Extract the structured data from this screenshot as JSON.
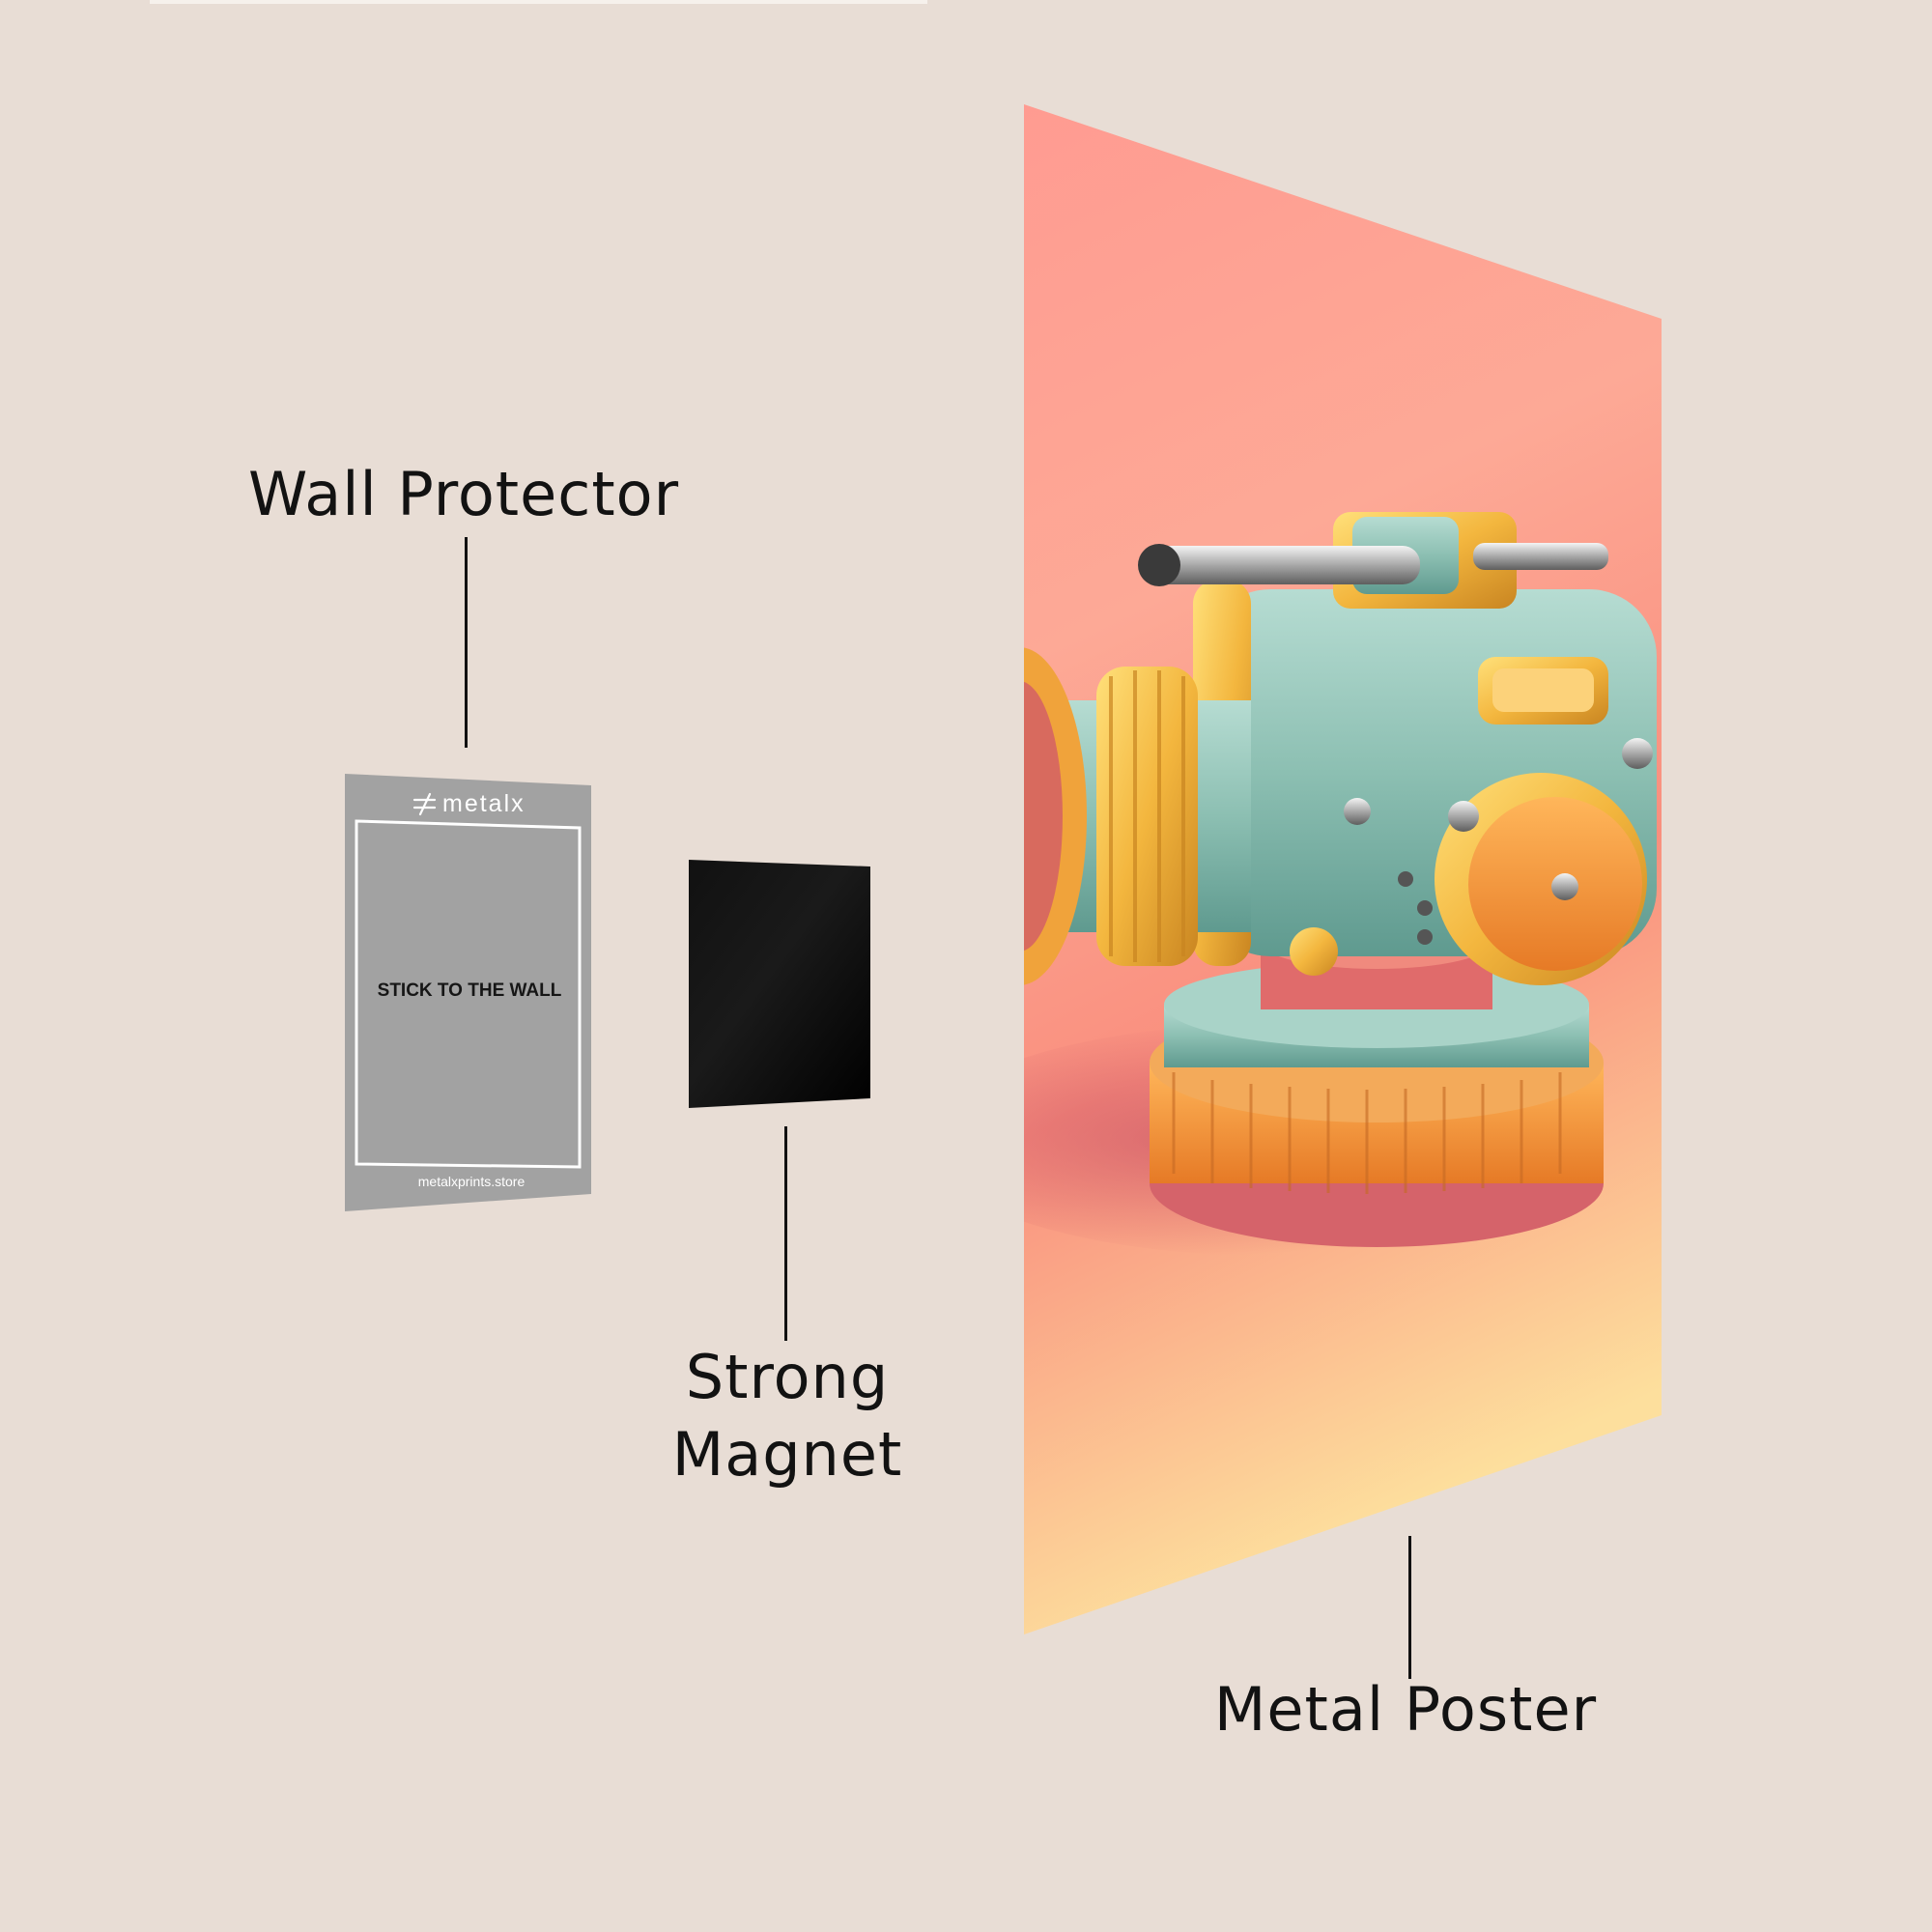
{
  "labels": {
    "wall_protector": "Wall Protector",
    "strong_magnet_line1": "Strong",
    "strong_magnet_line2": "Magnet",
    "metal_poster": "Metal Poster"
  },
  "wall_protector_card": {
    "brand": "metalx",
    "instruction": "STICK TO THE WALL",
    "website": "metalxprints.store"
  },
  "colors": {
    "background": "#e8ddd5",
    "protector_gray": "#a2a2a2",
    "magnet_black": "#030303",
    "poster_pink": "#ff9f92",
    "poster_peach": "#fdd49a",
    "turquoise": "#8fc2b5",
    "gold": "#f2b640"
  }
}
